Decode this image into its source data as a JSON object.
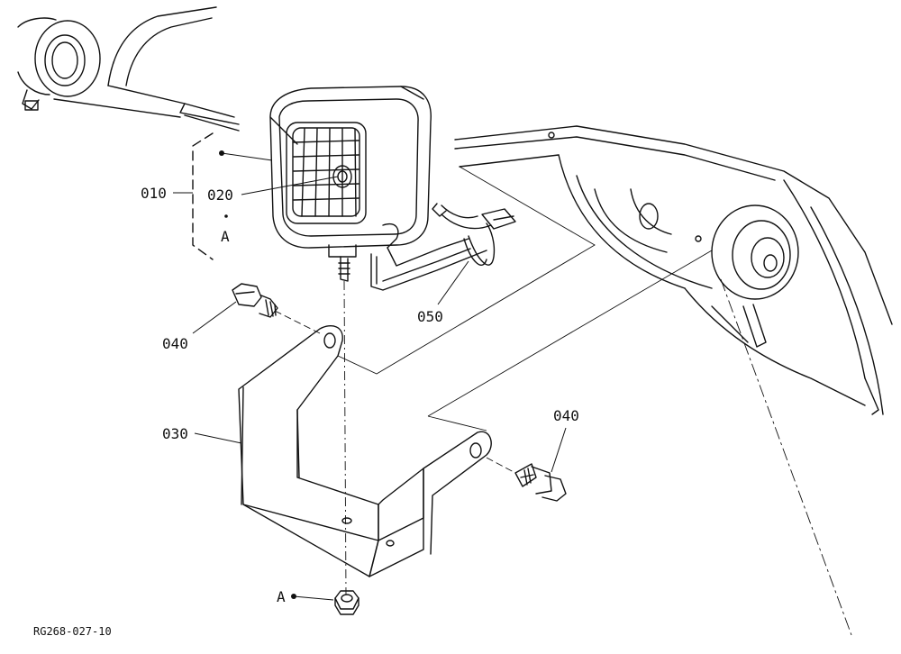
{
  "callouts": {
    "c010": "010",
    "c020": "020",
    "c030": "030",
    "c040_left": "040",
    "c040_right": "040",
    "c050": "050",
    "ref_a_upper": "A",
    "ref_a_lower": "A"
  },
  "drawing_code": "RG268-027-10",
  "colors": {
    "line": "#111111",
    "background": "#ffffff"
  }
}
